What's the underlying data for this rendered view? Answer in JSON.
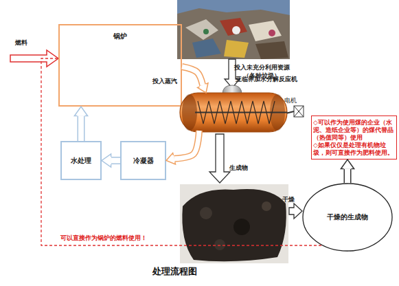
{
  "diagram": {
    "caption": "处理流程图",
    "nodes": [
      {
        "text": [
          "锅炉"
        ]
      },
      {
        "text": [
          "亚临界加水分解反应机"
        ]
      },
      {
        "text": [
          "电机"
        ]
      },
      {
        "text": [
          "冷凝器"
        ]
      },
      {
        "text": [
          "水处理"
        ]
      },
      {
        "text": [
          "干燥的生成物"
        ]
      },
      {
        "text": [
          "◇可以作为使用煤的企业（水泥、造纸企业等）的煤代替品（热值同等）使用",
          "◇如果仅仅是处理有机物垃圾，则可直接作为肥料使用。"
        ]
      }
    ],
    "edges": [
      {
        "from": 0,
        "to": 1,
        "label": "投入蒸汽",
        "arrow": "to"
      },
      {
        "from": 1,
        "to": 3,
        "arrow": "to"
      },
      {
        "from": 3,
        "to": 4,
        "arrow": "to"
      },
      {
        "from": 4,
        "to": 0,
        "arrow": "to"
      },
      {
        "from": 5,
        "to": 6,
        "arrow": "to"
      },
      {
        "from": 5,
        "to": 0,
        "label": "可以直接作为锅炉的燃料使用！",
        "arrow": "none"
      },
      {
        "from": 1,
        "to": 2,
        "arrow": "none"
      }
    ],
    "labels": [
      "燃料",
      "投入未充分利用资源（各种垃圾）",
      "生成物",
      "干燥"
    ]
  }
}
